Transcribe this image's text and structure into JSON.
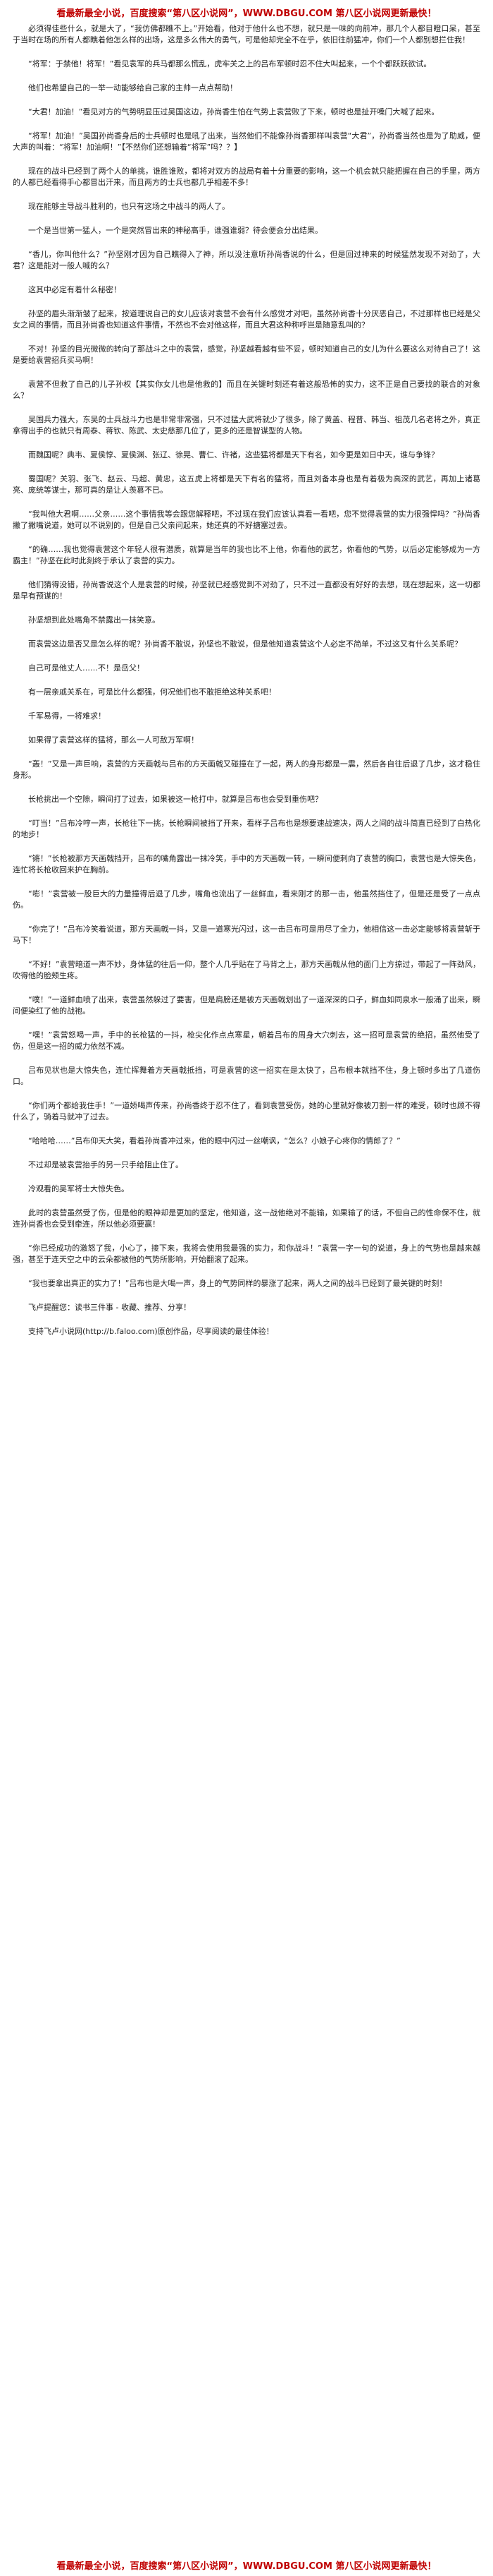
{
  "banner_top": "看最新最全小说，百度搜索“第八区小说网”，WWW.DBGU.COM 第八区小说网更新最快！",
  "paragraphs": [
    "必须得佳些什么，就是大了，“我仿佛都瞧不上。”开始看，他对于他什么也不想，就只是一味的向前冲，那几个人都目瞪口呆，甚至于当时在场的所有人都瞧着他怎么样的出场，这是多么伟大的勇气，可是他却完全不在乎，依旧往前猛冲，你们一个人都别想拦住我！",
    "“将军：于禁他！将军！”看见袁军的兵马都那么慌乱，虎牢关之上的吕布军顿时忍不住大叫起来，一个个都跃跃欲试。",
    "他们也希望自己的一举一动能够给自己家的主帅一点点帮助！",
    "“大君！加油！”看见对方的气势明显压过吴国这边，孙尚香生怕在气势上袁营败了下来，顿时也是扯开嗓门大喊了起来。",
    "“将军！加油！”吴国孙尚香身后的士兵顿时也是吼了出来，当然他们不能像孙尚香那样叫袁营“大君”，孙尚香当然也是为了助威，便大声的叫着：“将军！加油啊！”【不然你们还想输着“将军”吗？？】",
    "现在的战斗已经到了两个人的单挑，谁胜谁败，都将对双方的战局有着十分重要的影响，这一个机会就只能把握在自己的手里，两方的人都已经看得手心都冒出汗来，而且两方的士兵也都几乎相差不多！",
    "现在能够主导战斗胜利的，也只有这场之中战斗的两人了。",
    "一个是当世第一猛人，一个是突然冒出来的神秘高手，谁强谁弱？待会便会分出结果。",
    "“香儿，你叫他什么？”孙坚刚才因为自己瞧得入了神，所以没注意听孙尚香说的什么，但是回过神来的时候猛然发现不对劲了，大君？这是能对一般人喊的么？",
    "这其中必定有着什么秘密！",
    "孙坚的眉头渐渐皱了起来，按道理说自己的女儿应该对袁营不会有什么感觉才对吧，虽然孙尚香十分厌恶自己，不过那样也已经是父女之间的事情，而且孙尚香也知道这件事情，不然也不会对他这样，而且大君这种称呼岂是随意乱叫的？",
    "不对！孙坚的目光微微的转向了那战斗之中的袁营，感觉，孙坚越看越有些不妥，顿时知道自己的女儿为什么要这么对待自己了！这是要给袁营招兵买马啊！",
    "袁营不但救了自己的儿子孙权【其实你女儿也是他救的】而且在关键时刻还有着这般恐怖的实力，这不正是自己要找的联合的对象么？",
    "吴国兵力强大，东吴的士兵战斗力也是非常非常强，只不过猛大武将就少了很多，除了黄盖、程普、韩当、祖茂几名老将之外，真正拿得出手的也就只有周泰、蒋钦、陈武、太史慈那几位了，更多的还是智谋型的人物。",
    "而魏国呢？典韦、夏侯惇、夏侯渊、张辽、徐晃、曹仁、许褚，这些猛将都是天下有名，如今更是如日中天，谁与争锋？",
    "蜀国呢？关羽、张飞、赵云、马超、黄忠，这五虎上将都是天下有名的猛将，而且刘备本身也是有着极为高深的武艺，再加上诸葛亮、庞统等谋士，那可真的是让人羡慕不已。",
    "“我叫他大君啊……父亲……这个事情我等会跟您解释吧，不过现在我们应该认真看一看吧，您不觉得袁营的实力很强悍吗？”孙尚香撇了撇嘴说道，她可以不说别的，但是自己父亲问起来，她还真的不好搪塞过去。",
    "“的确……我也觉得袁营这个年轻人很有潜质，就算是当年的我也比不上他，你看他的武艺，你看他的气势，以后必定能够成为一方霸主！”孙坚在此时此刻终于承认了袁营的实力。",
    "他们猜得没错，孙尚香说这个人是袁营的时候，孙坚就已经感觉到不对劲了，只不过一直都没有好好的去想，现在想起来，这一切都是早有预谋的！",
    "孙坚想到此处嘴角不禁露出一抹笑意。",
    "而袁营这边是否又是怎么样的呢？孙尚香不敢说，孙坚也不敢说，但是他知道袁营这个人必定不简单，不过这又有什么关系呢？",
    "自己可是他丈人……不！是岳父！",
    "有一层亲戚关系在，可是比什么都强，何况他们也不敢拒绝这种关系吧！",
    "千军易得，一将难求！",
    "如果得了袁营这样的猛将，那么一人可敌万军啊！",
    "“轰！”又是一声巨响，袁营的方天画戟与吕布的方天画戟又碰撞在了一起，两人的身形都是一震，然后各自往后退了几步，这才稳住身形。",
    "长枪挑出一个空隙，瞬间打了过去，如果被这一枪打中，就算是吕布也会受到重伤吧？",
    "“叮当！”吕布冷哼一声，长枪往下一挑，长枪瞬间被挡了开来，看样子吕布也是想要速战速决，两人之间的战斗简直已经到了白热化的地步！",
    "“锵！”长枪被那方天画戟挡开，吕布的嘴角露出一抹冷笑，手中的方天画戟一转，一瞬间便刺向了袁营的胸口，袁营也是大惊失色，连忙将长枪收回来护在胸前。",
    "“嘭！”袁营被一股巨大的力量撞得后退了几步，嘴角也流出了一丝鲜血，看来刚才的那一击，他虽然挡住了，但是还是受了一点点伤。",
    "“你完了！”吕布冷笑着说道，那方天画戟一抖，又是一道寒光闪过，这一击吕布可是用尽了全力，他相信这一击必定能够将袁营斩于马下！",
    "“不好！”袁营暗道一声不妙，身体猛的往后一仰，整个人几乎贴在了马背之上，那方天画戟从他的面门上方掠过，带起了一阵劲风，吹得他的脸颊生疼。",
    "“噗！”一道鲜血喷了出来，袁营虽然躲过了要害，但是肩膀还是被方天画戟划出了一道深深的口子，鲜血如同泉水一般涌了出来，瞬间便染红了他的战袍。",
    "“嘿！”袁营怒喝一声，手中的长枪猛的一抖，枪尖化作点点寒星，朝着吕布的周身大穴刺去，这一招可是袁营的绝招，虽然他受了伤，但是这一招的威力依然不减。",
    "吕布见状也是大惊失色，连忙挥舞着方天画戟抵挡，可是袁营的这一招实在是太快了，吕布根本就挡不住，身上顿时多出了几道伤口。",
    "“你们两个都给我住手！”一道娇喝声传来，孙尚香终于忍不住了，看到袁营受伤，她的心里就好像被刀割一样的难受，顿时也顾不得什么了，骑着马就冲了过去。",
    "“哈哈哈……”吕布仰天大笑，看着孙尚香冲过来，他的眼中闪过一丝嘲讽，“怎么？小娘子心疼你的情郎了？”",
    "不过却是被袁营抬手的另一只手给阻止住了。",
    "冷观看的吴军将士大惊失色。",
    "此时的袁营虽然受了伤，但是他的眼神却是更加的坚定，他知道，这一战他绝对不能输，如果输了的话，不但自己的性命保不住，就连孙尚香也会受到牵连，所以他必须要赢！",
    "“你已经成功的激怒了我，小心了，接下来，我将会使用我最强的实力，和你战斗！”袁营一字一句的说道，身上的气势也是越来越强，甚至于连天空之中的云朵都被他的气势所影响，开始翻滚了起来。",
    "“我也要拿出真正的实力了！”吕布也是大喝一声，身上的气势同样的暴涨了起来，两人之间的战斗已经到了最关键的时刻！",
    "飞卢提醒您：读书三件事 - 收藏、推荐、分享！",
    "支持飞卢小说网(http://b.faloo.com)原创作品，尽享阅读的最佳体验！"
  ],
  "banner_bottom": "看最新最全小说，百度搜索“第八区小说网”，WWW.DBGU.COM 第八区小说网更新最快！"
}
